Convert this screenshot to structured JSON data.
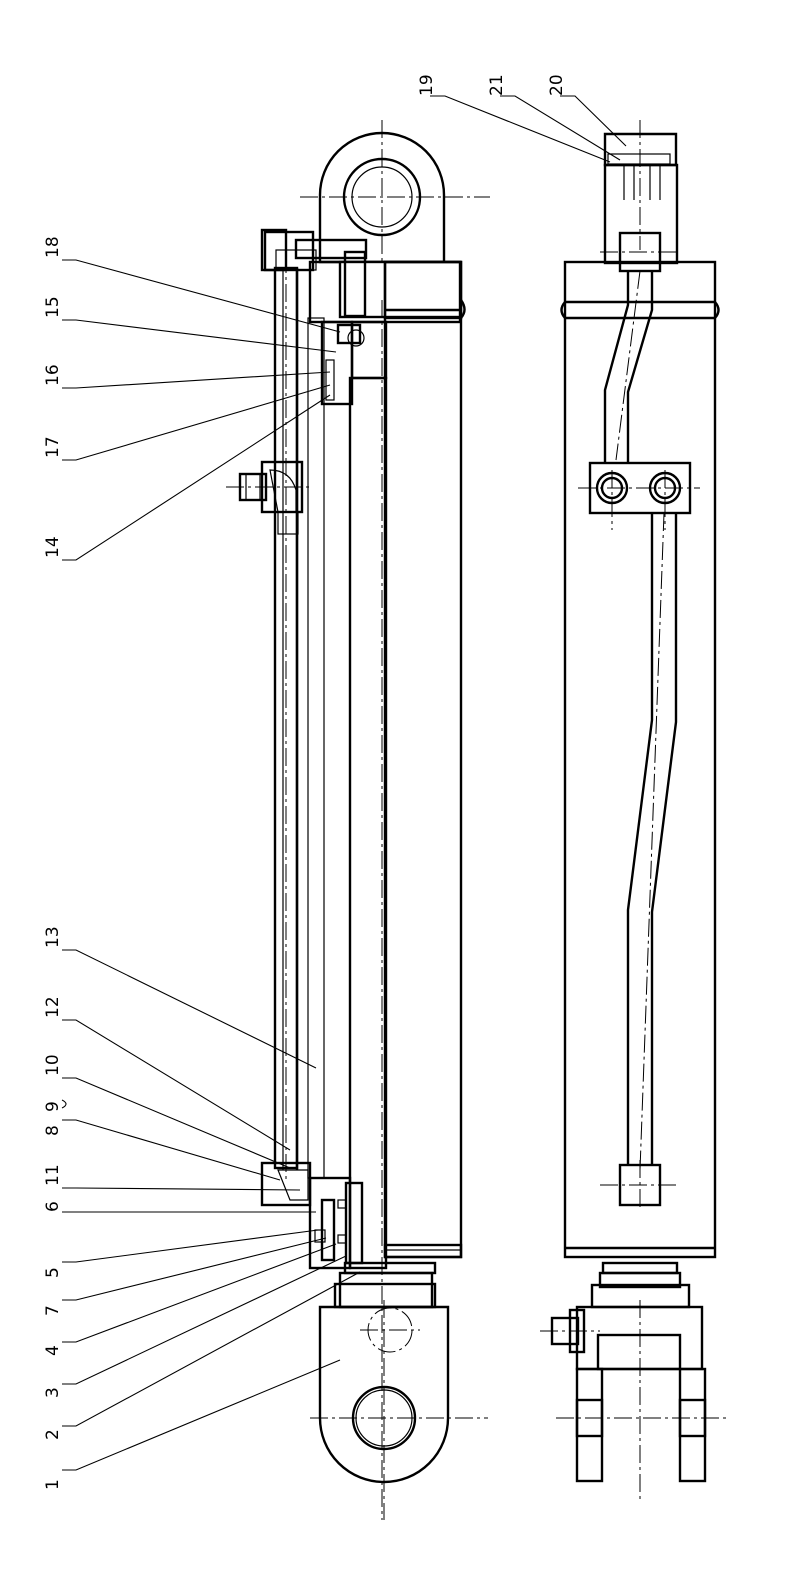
{
  "drawing": {
    "callouts_left": [
      "18",
      "15",
      "16",
      "17",
      "14",
      "13",
      "12",
      "10",
      "9",
      "8",
      "11",
      "6",
      "5",
      "7",
      "4",
      "3",
      "2",
      "1"
    ],
    "callouts_right": [
      "19",
      "21",
      "20"
    ]
  }
}
